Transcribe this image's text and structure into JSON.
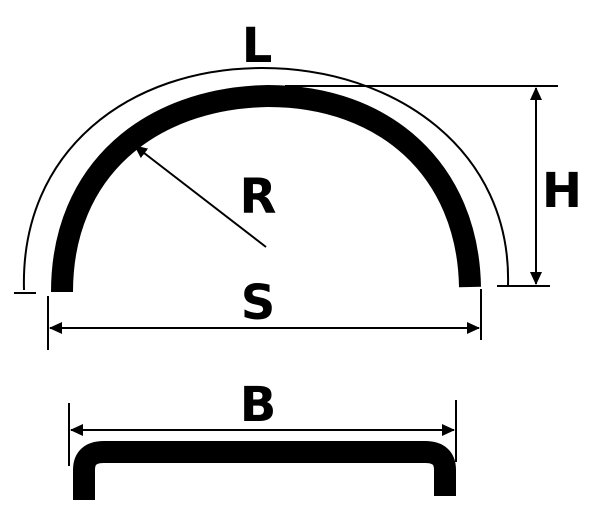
{
  "labels": {
    "arc_length": "L",
    "radius": "R",
    "height": "H",
    "span": "S",
    "width": "B"
  },
  "colors": {
    "stroke": "#000000",
    "background": "#ffffff"
  }
}
